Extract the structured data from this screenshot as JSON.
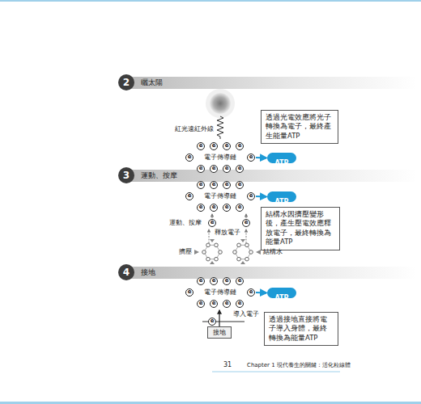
{
  "diagram": {
    "nodes": [
      {
        "text": [
          "2",
          "曬太陽"
        ]
      },
      {
        "text": [
          "透過光電效應將光子轉換為電子，最終產生能量ATP"
        ]
      },
      {
        "text": [
          "電子傳導鏈"
        ]
      },
      {
        "text": [
          "ATP"
        ]
      },
      {
        "text": [
          "3",
          "運動、按摩"
        ]
      },
      {
        "text": [
          "電子傳導鏈"
        ]
      },
      {
        "text": [
          "ATP"
        ]
      },
      {
        "text": [
          "結構水因擠壓變形後，產生壓電效應釋放電子，最終轉換為能量ATP"
        ]
      },
      {
        "text": [
          "4",
          "接地"
        ]
      },
      {
        "text": [
          "電子傳導鏈"
        ]
      },
      {
        "text": [
          "ATP"
        ]
      },
      {
        "text": [
          "接地"
        ]
      },
      {
        "text": [
          "透過接地直接將電子導入身體，最終轉換為能量ATP"
        ]
      }
    ],
    "edges": [
      {
        "from": 2,
        "to": 3,
        "arrow": "to"
      },
      {
        "from": 5,
        "to": 6,
        "arrow": "to"
      },
      {
        "from": 9,
        "to": 10,
        "arrow": "to"
      },
      {
        "from": 11,
        "to": 9,
        "label": "導入電子",
        "arrow": "to"
      }
    ],
    "labels": [
      "紅光遠紅外線",
      "e",
      "e",
      "e",
      "e",
      "e",
      "e",
      "e",
      "e",
      "e",
      "e",
      "e",
      "e",
      "e",
      "e",
      "e",
      "e",
      "e",
      "e",
      "e",
      "e",
      "運動、按摩",
      "e",
      "e",
      "釋放電子",
      "擠壓",
      "結構水",
      "e",
      "e",
      "e",
      "e",
      "e",
      "e",
      "e",
      "e",
      "e",
      "e",
      "e",
      "31",
      "Chapter 1 現代養生的關鍵：活化粒線體"
    ]
  }
}
